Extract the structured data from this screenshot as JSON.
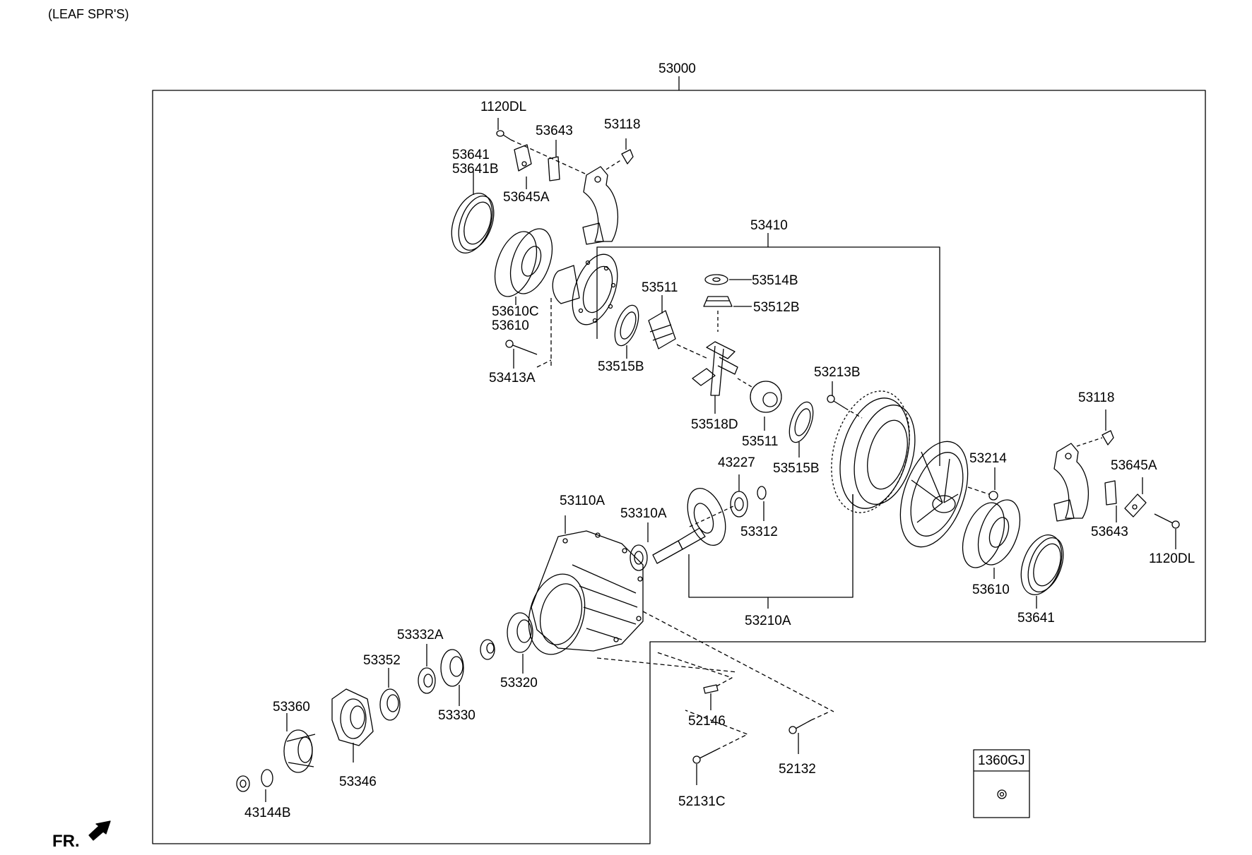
{
  "header_note": "(LEAF SPR'S)",
  "direction_label": "FR.",
  "labels": {
    "p53000": "53000",
    "p1120DL_a": "1120DL",
    "p53643_a": "53643",
    "p53118_a": "53118",
    "p53641_a": "53641",
    "p53641B": "53641B",
    "p53645A_a": "53645A",
    "p53410": "53410",
    "p53514B": "53514B",
    "p53511_a": "53511",
    "p53512B": "53512B",
    "p53610C": "53610C",
    "p53610_a": "53610",
    "p53515B_a": "53515B",
    "p53413A": "53413A",
    "p53213B": "53213B",
    "p53518D": "53518D",
    "p53511_b": "53511",
    "p53515B_b": "53515B",
    "p53118_b": "53118",
    "p53214": "53214",
    "p53645A_b": "53645A",
    "p43227": "43227",
    "p53110A": "53110A",
    "p53310A": "53310A",
    "p53312": "53312",
    "p53643_b": "53643",
    "p1120DL_b": "1120DL",
    "p53610_b": "53610",
    "p53210A": "53210A",
    "p53641_b": "53641",
    "p53332A": "53332A",
    "p53352": "53352",
    "p53320": "53320",
    "p53330": "53330",
    "p53360": "53360",
    "p52146": "52146",
    "p53346": "53346",
    "p52132": "52132",
    "p52131C": "52131C",
    "p43144B": "43144B",
    "p1360GJ": "1360GJ"
  }
}
